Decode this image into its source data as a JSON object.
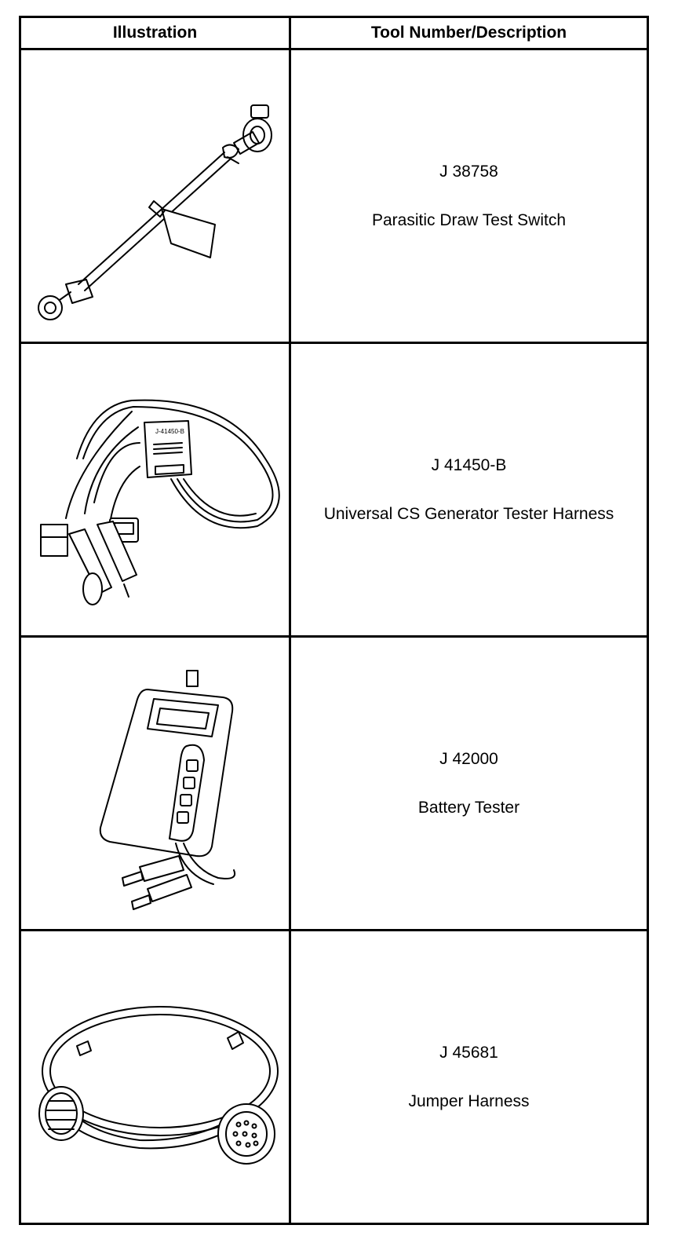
{
  "table": {
    "headers": {
      "illustration": "Illustration",
      "tool": "Tool Number/Description"
    },
    "rows": [
      {
        "number": "J 38758",
        "description": "Parasitic Draw Test Switch",
        "icon": "test-switch-icon"
      },
      {
        "number": "J 41450-B",
        "description": "Universal CS Generator Tester Harness",
        "icon": "tester-harness-icon"
      },
      {
        "number": "J 42000",
        "description": "Battery Tester",
        "icon": "battery-tester-icon"
      },
      {
        "number": "J 45681",
        "description": "Jumper Harness",
        "icon": "jumper-harness-icon"
      }
    ]
  }
}
